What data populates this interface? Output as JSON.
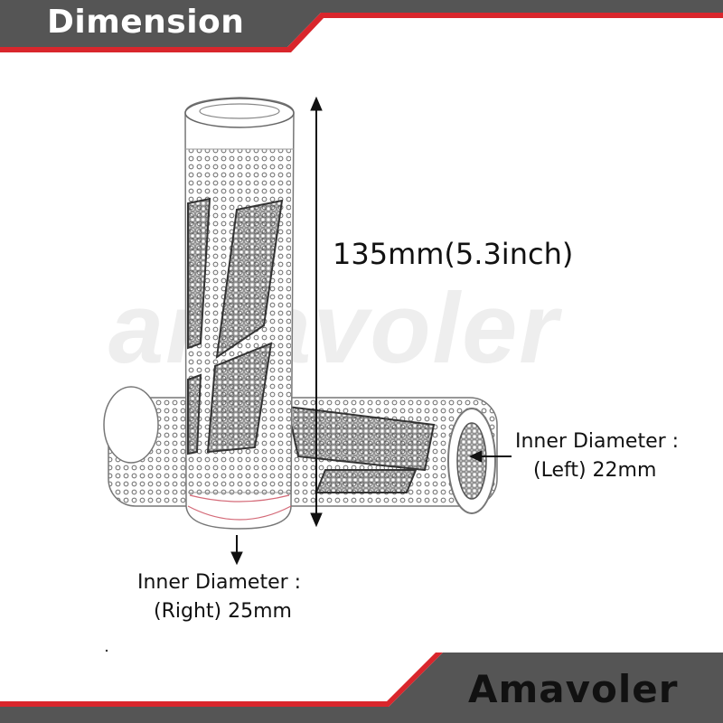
{
  "header": {
    "title": "Dimension",
    "bg_color": "#555555",
    "accent_color": "#d9262c"
  },
  "watermark": {
    "text": "amavoler"
  },
  "dimensions": {
    "length": "135mm(5.3inch)",
    "left_label": "Inner Diameter :",
    "left_value": "(Left) 22mm",
    "right_label": "Inner Diameter :",
    "right_value": "(Right) 25mm"
  },
  "footer": {
    "brand": "Amavoler",
    "bg_color": "#555555",
    "accent_color": "#d9262c"
  }
}
